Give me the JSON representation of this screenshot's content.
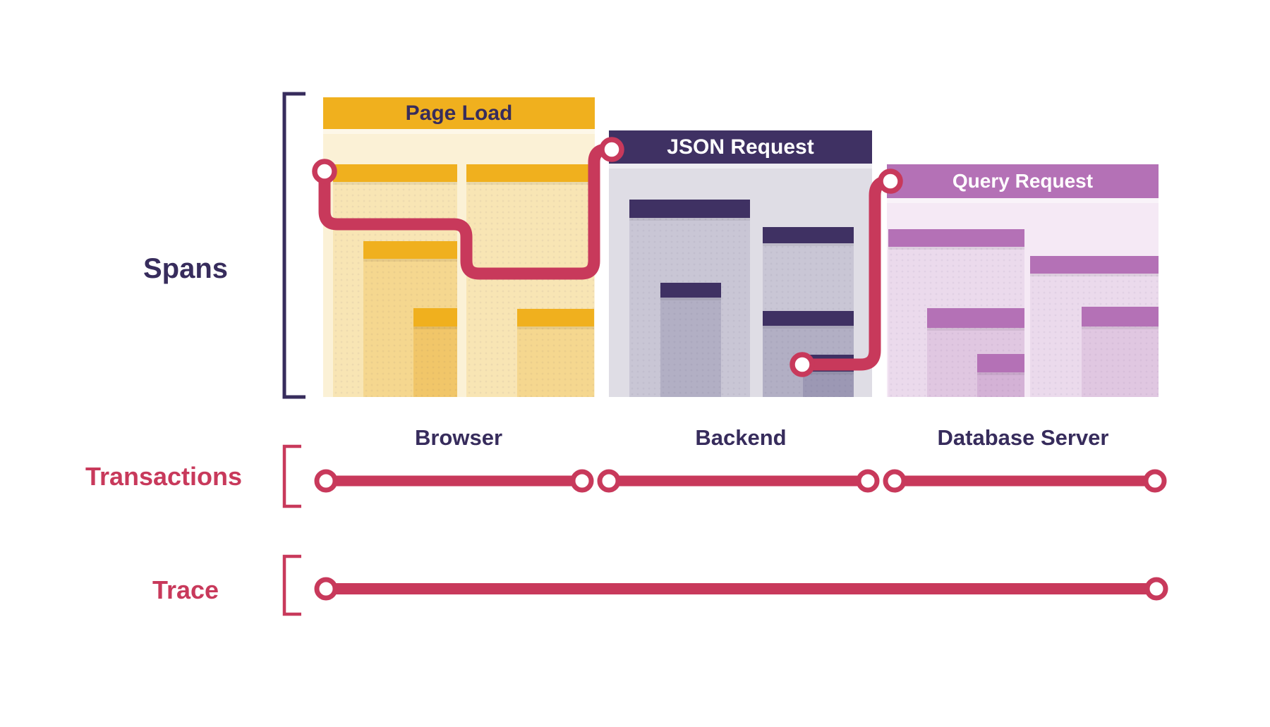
{
  "diagram": {
    "spans_label": "Spans",
    "transactions_label": "Transactions",
    "trace_label": "Trace"
  },
  "panels": [
    {
      "title": "Page Load",
      "environment": "Browser"
    },
    {
      "title": "JSON Request",
      "environment": "Backend"
    },
    {
      "title": "Query Request",
      "environment": "Database Server"
    }
  ],
  "colors": {
    "accent_red": "#C8395B",
    "navy": "#372C5C",
    "gold": "#F0B01E",
    "navy_bar": "#3F3163",
    "purple": "#B471B6",
    "panel_yellow_bg": "#FBF1D6",
    "panel_gray_bg": "#DFDDE5",
    "panel_purple_bg": "#F5E9F5",
    "white": "#FFFFFF"
  }
}
